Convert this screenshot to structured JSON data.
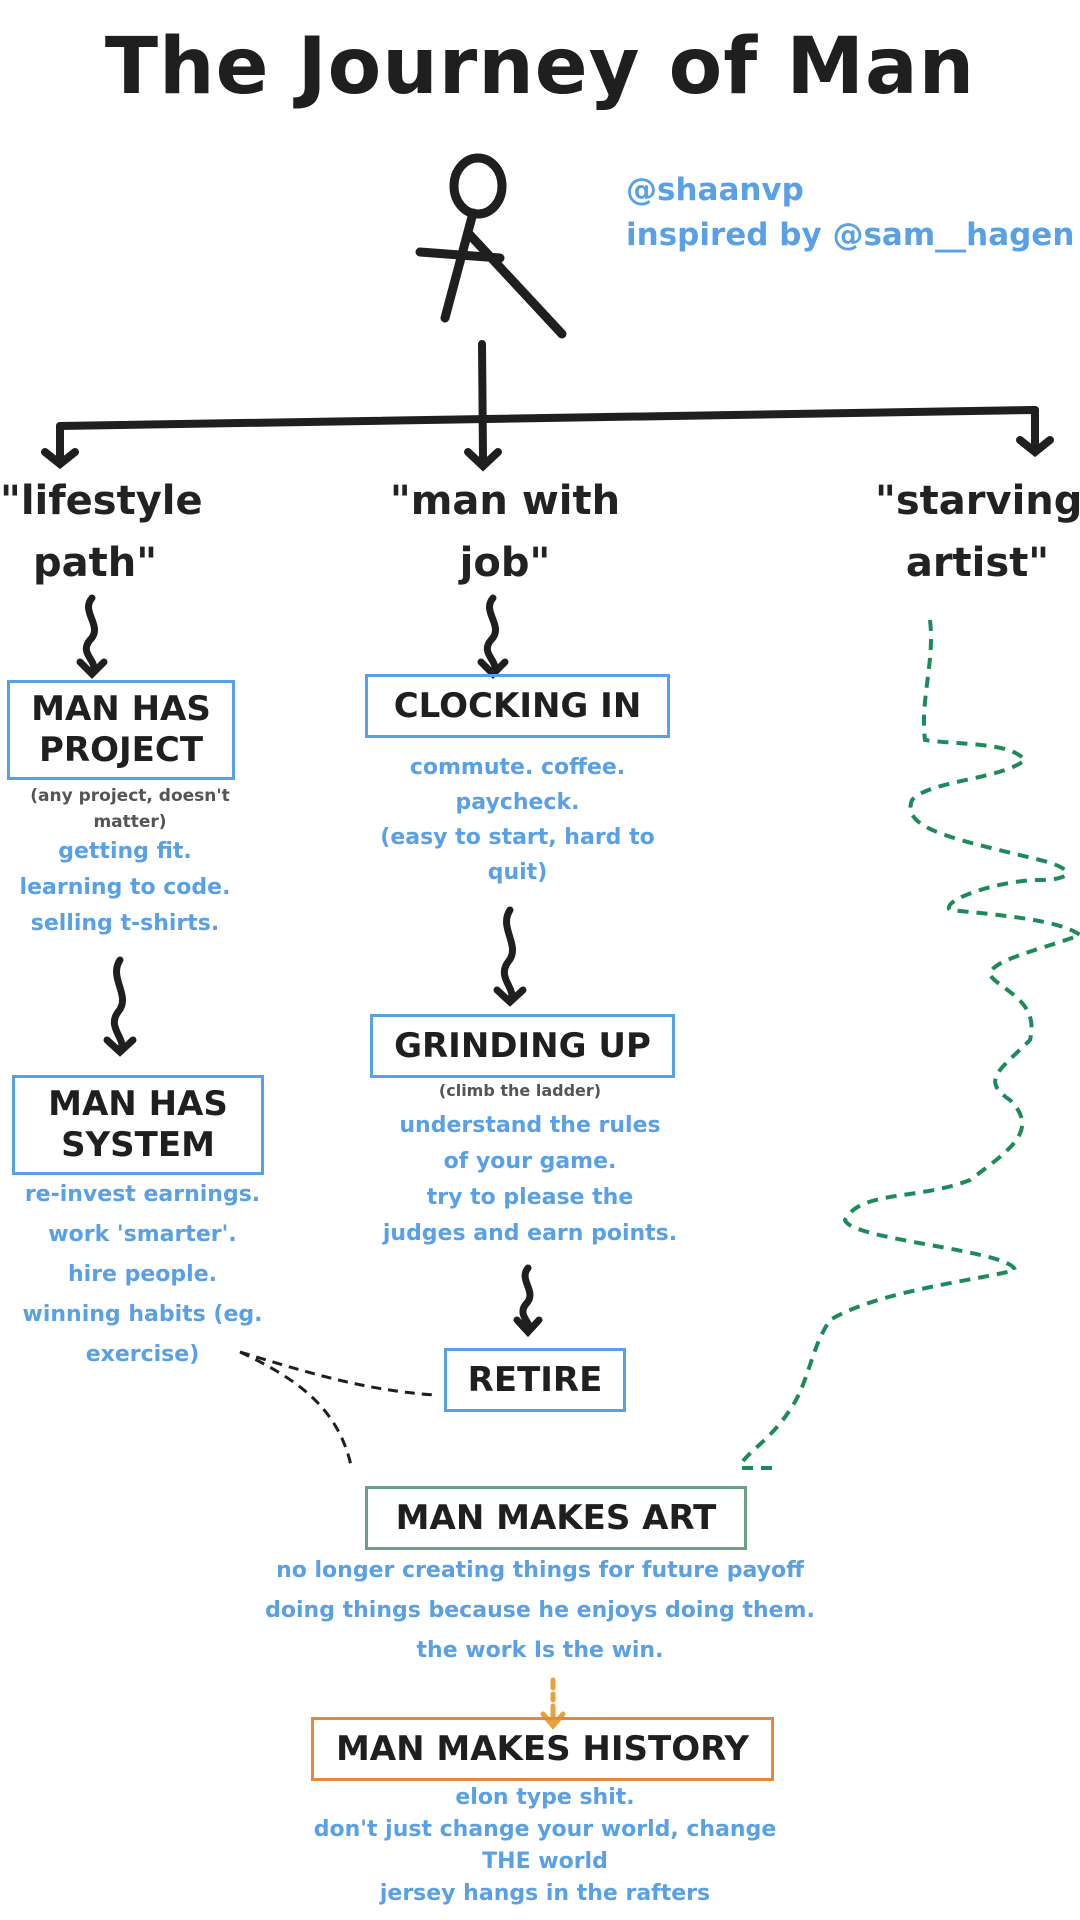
{
  "title": "The Journey of Man",
  "credits": {
    "author": "@shaanvp",
    "inspired": "inspired by @sam__hagen"
  },
  "paths": {
    "lifestyle": "\"lifestyle path\"",
    "job": "\"man with job\"",
    "artist": "\"starving artist\""
  },
  "lifestyle": {
    "project_box": "MAN HAS PROJECT",
    "project_note": "(any project, doesn't matter)",
    "project_examples": [
      "getting fit.",
      "learning to code.",
      "selling t-shirts."
    ],
    "system_box": "MAN HAS SYSTEM",
    "system_items": [
      "re-invest earnings.",
      "work 'smarter'.",
      "hire people.",
      "winning habits (eg.",
      "exercise)"
    ]
  },
  "job": {
    "clocking_box": "CLOCKING IN",
    "clocking_items": [
      "commute. coffee.",
      "paycheck.",
      "(easy to start, hard to",
      "quit)"
    ],
    "grinding_box": "GRINDING UP",
    "grinding_note": "(climb the ladder)",
    "grinding_items": [
      "understand the rules",
      "of your game.",
      "try to please the",
      "judges and earn points."
    ],
    "retire_box": "RETIRE"
  },
  "art": {
    "box": "MAN MAKES ART",
    "items": [
      "no longer creating things for future payoff",
      "doing things because he enjoys doing them.",
      "the work Is the win."
    ]
  },
  "history": {
    "box": "MAN MAKES HISTORY",
    "items": [
      "elon type shit.",
      "don't just change your world, change",
      "THE world",
      "jersey hangs in the rafters"
    ]
  },
  "colors": {
    "blue": "#5aa0e6",
    "green_box": "#6e9e86",
    "orange_box": "#e8863a",
    "green_dash": "#1e8a5a",
    "ink": "#1f1f1f"
  }
}
